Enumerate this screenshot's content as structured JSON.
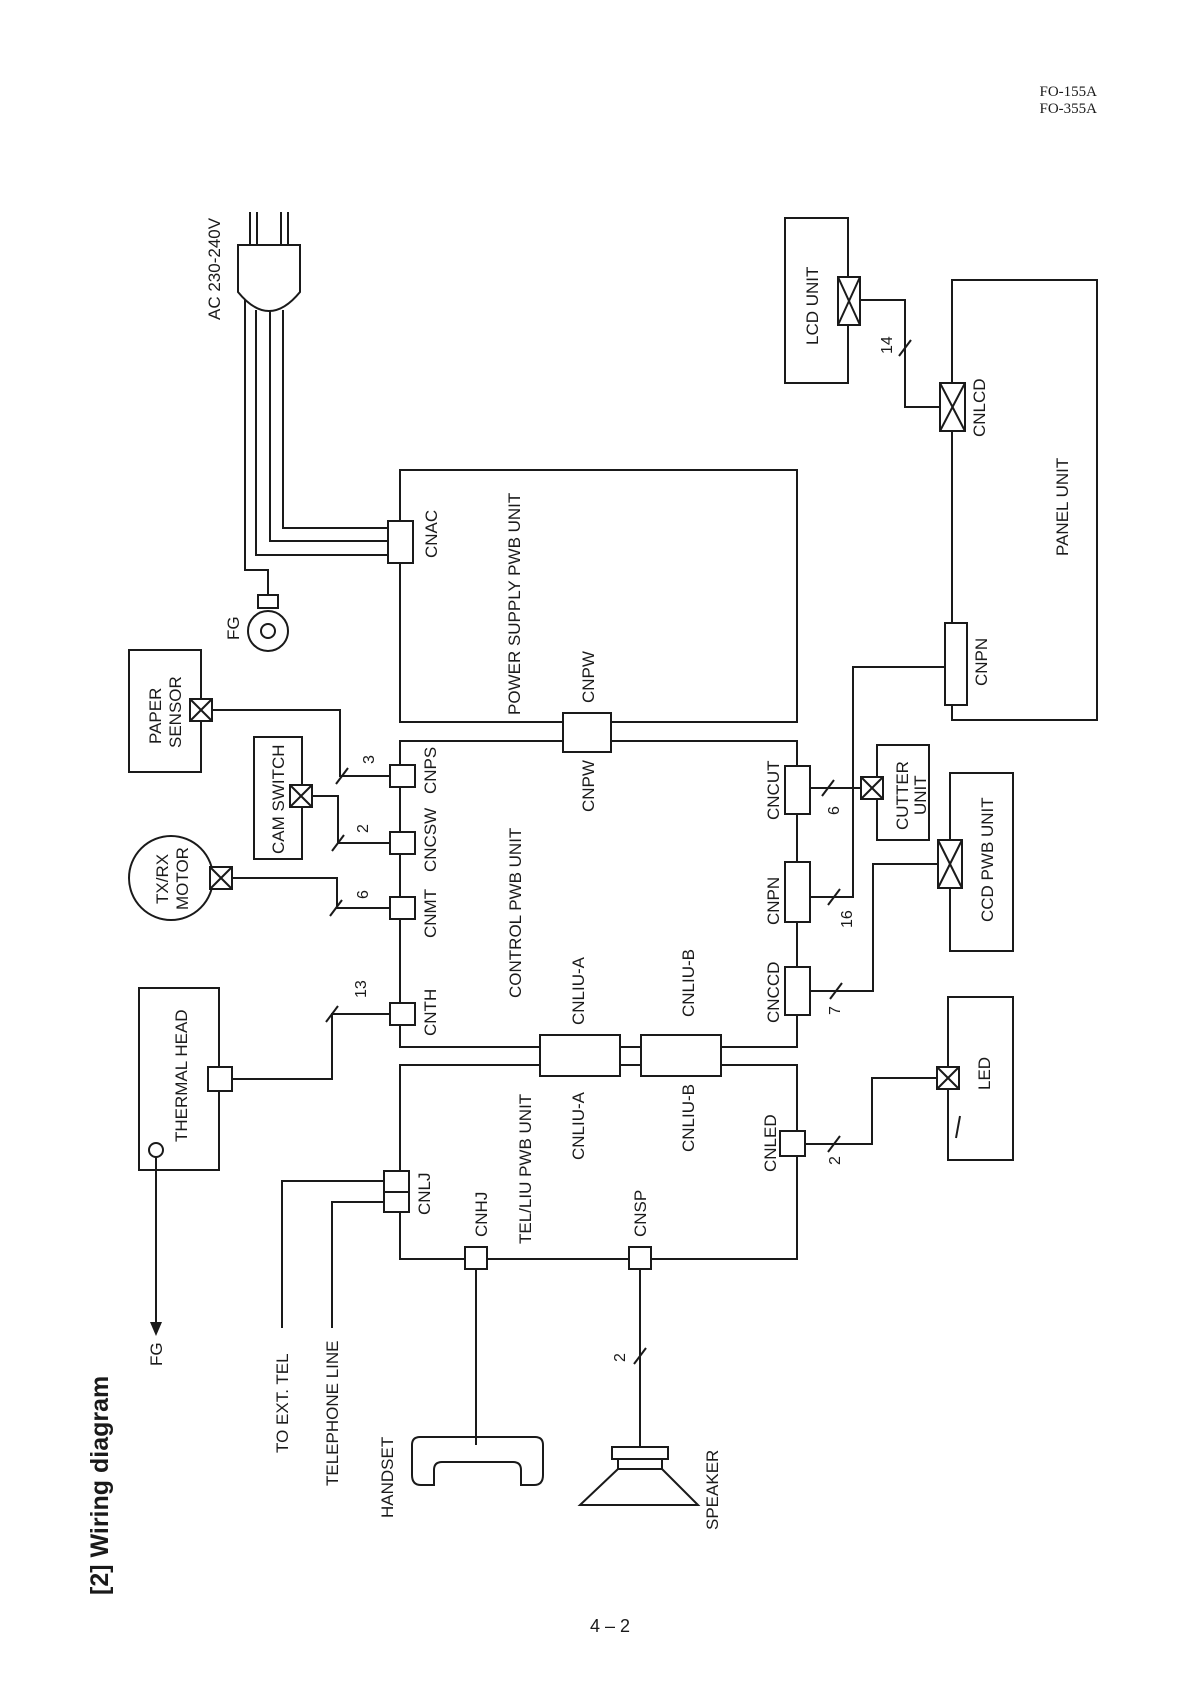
{
  "header": {
    "model_line_1": "FO-155A",
    "model_line_2": "FO-355A"
  },
  "section_title": "[2] Wiring diagram",
  "page_number": "4 – 2",
  "units": {
    "power_supply": "POWER SUPPLY PWB UNIT",
    "control": "CONTROL  PWB UNIT",
    "tel_liu": "TEL/LIU  PWB  UNIT",
    "panel": "PANEL UNIT",
    "lcd": "LCD UNIT",
    "ccd": "CCD PWB UNIT",
    "cutter_line_1": "CUTTER",
    "cutter_line_2": "UNIT",
    "led": "LED",
    "thermal_head": "THERMAL HEAD",
    "paper_sensor_line_1": "PAPER",
    "paper_sensor_line_2": "SENSOR",
    "cam_switch": "CAM SWITCH",
    "motor_line_1": "TX/RX",
    "motor_line_2": "MOTOR",
    "handset": "HANDSET",
    "speaker": "SPEAKER"
  },
  "connectors": {
    "cnac": "CNAC",
    "cnpw_power": "CNPW",
    "cnpw_control": "CNPW",
    "cnps": "CNPS",
    "cncsw": "CNCSW",
    "cnmt": "CNMT",
    "cnth": "CNTH",
    "cnliu_a_control": "CNLIU-A",
    "cnliu_b_control": "CNLIU-B",
    "cncut": "CNCUT",
    "cnpn_control": "CNPN",
    "cnccd": "CNCCD",
    "cnpn_panel": "CNPN",
    "cnlcd": "CNLCD",
    "cnliu_a_liu": "CNLIU-A",
    "cnliu_b_liu": "CNLIU-B",
    "cnled": "CNLED",
    "cnlj": "CNLJ",
    "cnhj": "CNHJ",
    "cnsp": "CNSP"
  },
  "wire_counts": {
    "paper_sensor": "3",
    "cam_switch": "2",
    "motor": "6",
    "thermal_head": "13",
    "cutter": "6",
    "panel": "16",
    "ccd": "7",
    "lcd": "14",
    "led": "2",
    "speaker": "2"
  },
  "external": {
    "ac_power": "AC 230-240V",
    "fg_top": "FG",
    "fg_bottom": "FG",
    "to_ext_tel": "TO  EXT.  TEL",
    "telephone_line": "TELEPHONE LINE"
  }
}
